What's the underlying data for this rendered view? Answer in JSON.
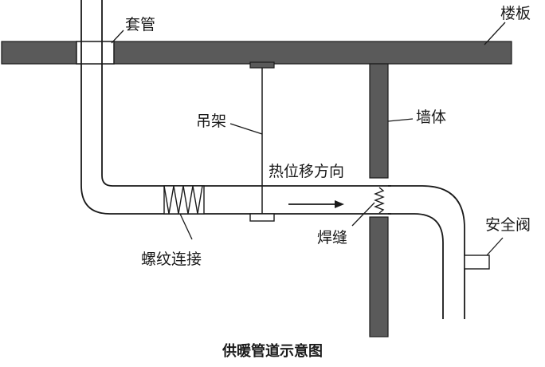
{
  "labels": {
    "sleeve": "套管",
    "floor_slab": "楼板",
    "hanger": "吊架",
    "wall": "墙体",
    "thermal_direction": "热位移方向",
    "threaded_joint": "螺纹连接",
    "weld_seam": "焊缝",
    "safety_valve": "安全阀"
  },
  "caption": "供暖管道示意图",
  "colors": {
    "structure_fill": "#5a5a5a",
    "line": "#1a1a1a",
    "background": "#ffffff"
  }
}
